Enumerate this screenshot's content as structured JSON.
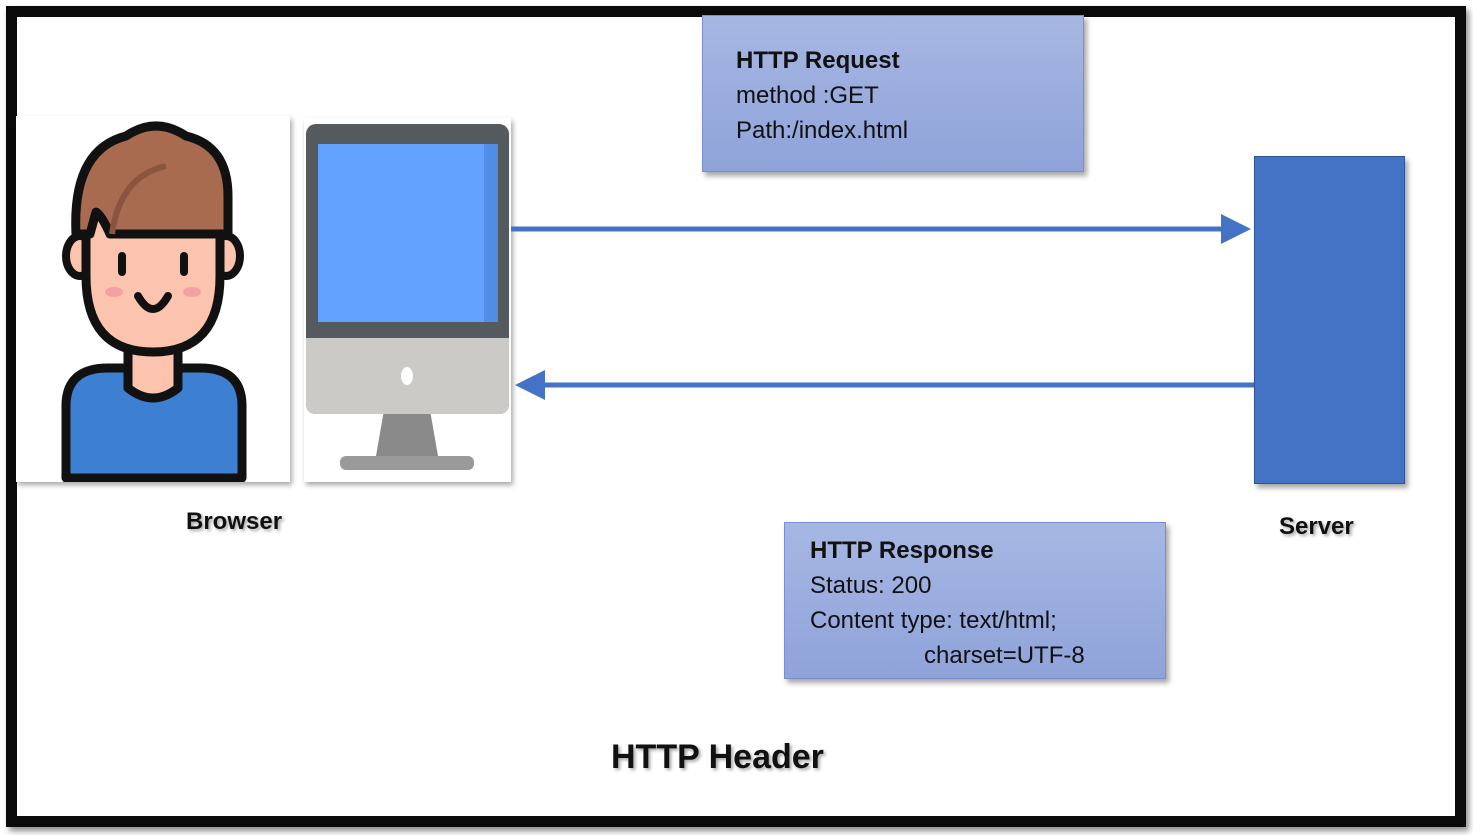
{
  "labels": {
    "browser": "Browser",
    "server": "Server",
    "title": "HTTP Header"
  },
  "request": {
    "heading": "HTTP Request",
    "lines": [
      "method :GET",
      "Path:/index.html"
    ]
  },
  "response": {
    "heading": "HTTP Response",
    "lines": [
      "Status: 200",
      "Content type: text/html;",
      "charset=UTF-8"
    ]
  },
  "icons": {
    "user": "user-avatar-icon",
    "computer": "desktop-computer-icon"
  },
  "colors": {
    "box_fill": "#9aacdf",
    "server_fill": "#4472c4",
    "arrow": "#4472c4",
    "monitor_screen": "#64a2ff"
  }
}
